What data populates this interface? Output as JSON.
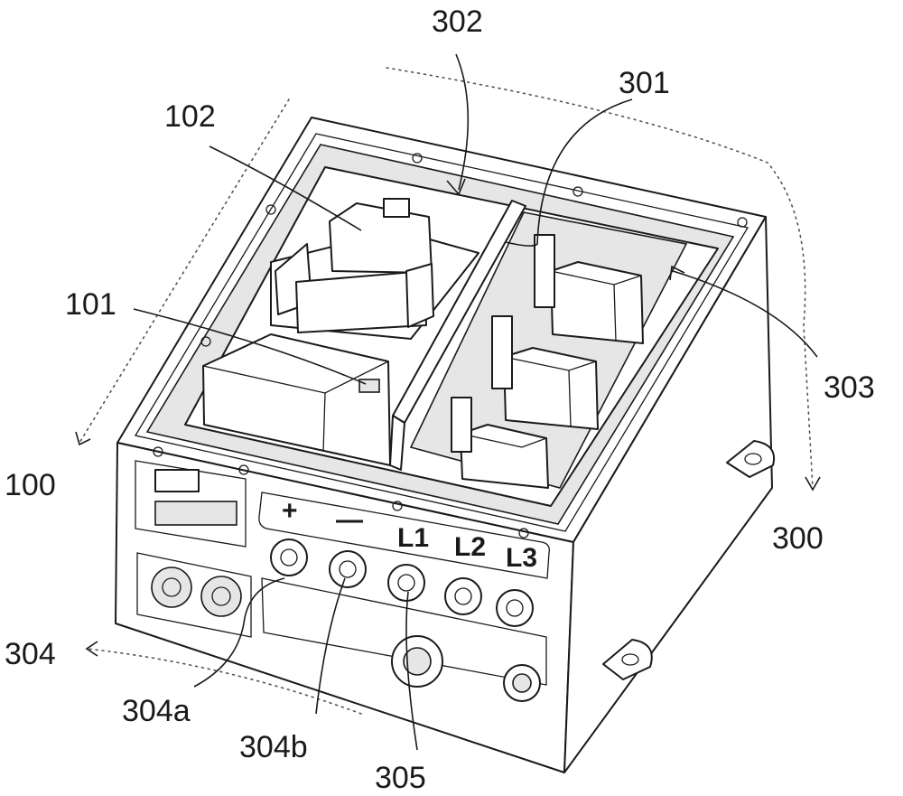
{
  "labels": {
    "l100": "100",
    "l101": "101",
    "l102": "102",
    "l300": "300",
    "l301": "301",
    "l302": "302",
    "l303": "303",
    "l304": "304",
    "l304a": "304a",
    "l304b": "304b",
    "l305": "305"
  },
  "terminals": {
    "plus": "+",
    "minus": "—",
    "l1": "L1",
    "l2": "L2",
    "l3": "L3"
  }
}
